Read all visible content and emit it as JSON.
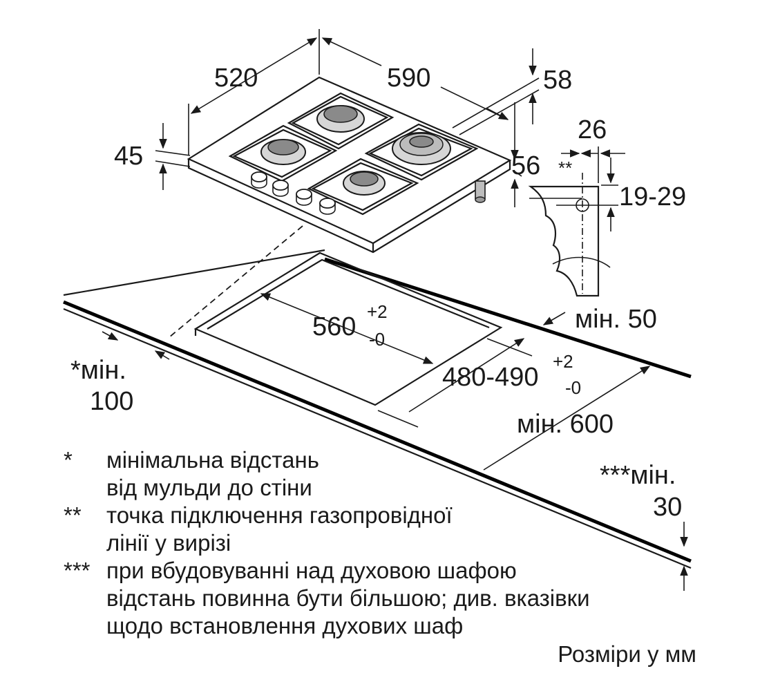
{
  "dimensions": {
    "depth": "520",
    "width": "590",
    "bracket_offset": "58",
    "height_front": "45",
    "height_back": "56",
    "bracket_width": "26",
    "gas_point": "**",
    "bracket_height": "19-29",
    "cutout_width": "560",
    "cutout_width_tol_plus": "+2",
    "cutout_width_tol_minus": "-0",
    "cutout_depth": "480-490",
    "cutout_depth_tol_plus": "+2",
    "cutout_depth_tol_minus": "-0",
    "min_back": "мін. 50",
    "min_side_label": "*мін.",
    "min_side_value": "100",
    "min_depth": "мін. 600",
    "min_below_label": "***мін.",
    "min_below_value": "30"
  },
  "legend": [
    {
      "mark": "*",
      "lines": [
        "мінімальна відстань",
        "від мульди до стіни"
      ]
    },
    {
      "mark": "**",
      "lines": [
        "точка підключення газопровідної",
        "лінії у вирізі"
      ]
    },
    {
      "mark": "***",
      "lines": [
        "при вбудовуванні над духовою шафою",
        "відстань повинна бути більшою; див. вказівки",
        "щодо встановлення духових шаф"
      ]
    }
  ],
  "units_note": "Розміри у мм"
}
